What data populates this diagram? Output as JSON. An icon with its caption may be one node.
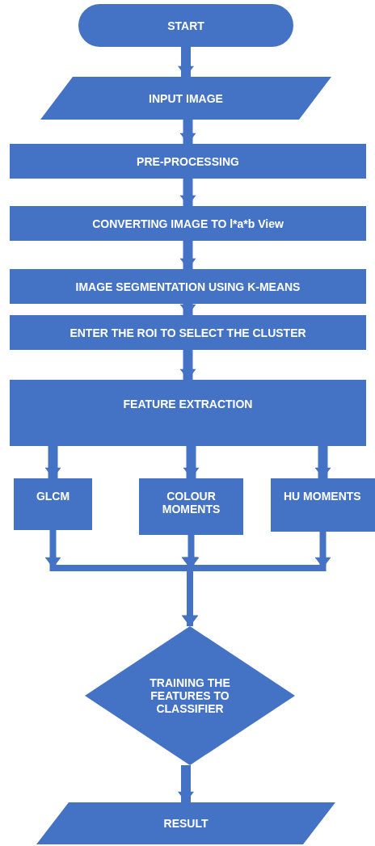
{
  "diagram": {
    "nodes": [
      {
        "text": [
          "START"
        ]
      },
      {
        "text": [
          "INPUT IMAGE"
        ]
      },
      {
        "text": [
          "PRE-PROCESSING"
        ]
      },
      {
        "text": [
          "CONVERTING IMAGE TO l*a*b View"
        ]
      },
      {
        "text": [
          "IMAGE SEGMENTATION USING K-MEANS"
        ]
      },
      {
        "text": [
          "ENTER THE ROI TO SELECT THE CLUSTER"
        ]
      },
      {
        "text": [
          "FEATURE EXTRACTION"
        ]
      },
      {
        "text": [
          "GLCM"
        ]
      },
      {
        "text": [
          "COLOUR MOMENTS"
        ]
      },
      {
        "text": [
          "HU MOMENTS"
        ]
      },
      {
        "text": [
          "TRAINING THE FEATURES TO CLASSIFIER"
        ]
      },
      {
        "text": [
          "RESULT"
        ]
      }
    ],
    "edges": [
      {
        "from": 0,
        "to": 1,
        "arrow": "to"
      },
      {
        "from": 1,
        "to": 2,
        "arrow": "to"
      },
      {
        "from": 2,
        "to": 3,
        "arrow": "to"
      },
      {
        "from": 3,
        "to": 4,
        "arrow": "to"
      },
      {
        "from": 4,
        "to": 5,
        "arrow": "to"
      },
      {
        "from": 5,
        "to": 6,
        "arrow": "to"
      },
      {
        "from": 6,
        "to": 7,
        "arrow": "to"
      },
      {
        "from": 6,
        "to": 8,
        "arrow": "to"
      },
      {
        "from": 6,
        "to": 9,
        "arrow": "to"
      },
      {
        "from": 7,
        "to": 10,
        "arrow": "to"
      },
      {
        "from": 8,
        "to": 10,
        "arrow": "to"
      },
      {
        "from": 9,
        "to": 10,
        "arrow": "to"
      },
      {
        "from": 10,
        "to": 11,
        "arrow": "to"
      }
    ]
  }
}
